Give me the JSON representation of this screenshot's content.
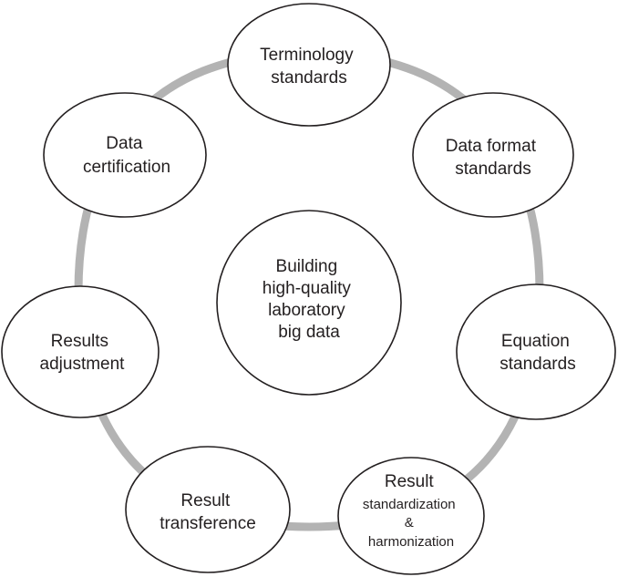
{
  "colors": {
    "ring": "#b3b3b3",
    "node_fill": "#ffffff",
    "node_stroke": "#231f20",
    "text": "#231f20"
  },
  "center": {
    "lines": [
      "Building",
      "high-quality",
      "laboratory",
      "big data"
    ]
  },
  "nodes": [
    {
      "id": "terminology",
      "lines": [
        "Terminology",
        "standards"
      ]
    },
    {
      "id": "data-format",
      "lines": [
        "Data format",
        "standards"
      ]
    },
    {
      "id": "equation",
      "lines": [
        "Equation",
        "standards"
      ]
    },
    {
      "id": "result-standardization",
      "lines": [
        "Result",
        "standardization",
        "&",
        "harmonization"
      ]
    },
    {
      "id": "result-transference",
      "lines": [
        "Result",
        "transference"
      ]
    },
    {
      "id": "results-adjustment",
      "lines": [
        "Results",
        "adjustment"
      ]
    },
    {
      "id": "data-certification",
      "lines": [
        "Data",
        "certification"
      ]
    }
  ]
}
